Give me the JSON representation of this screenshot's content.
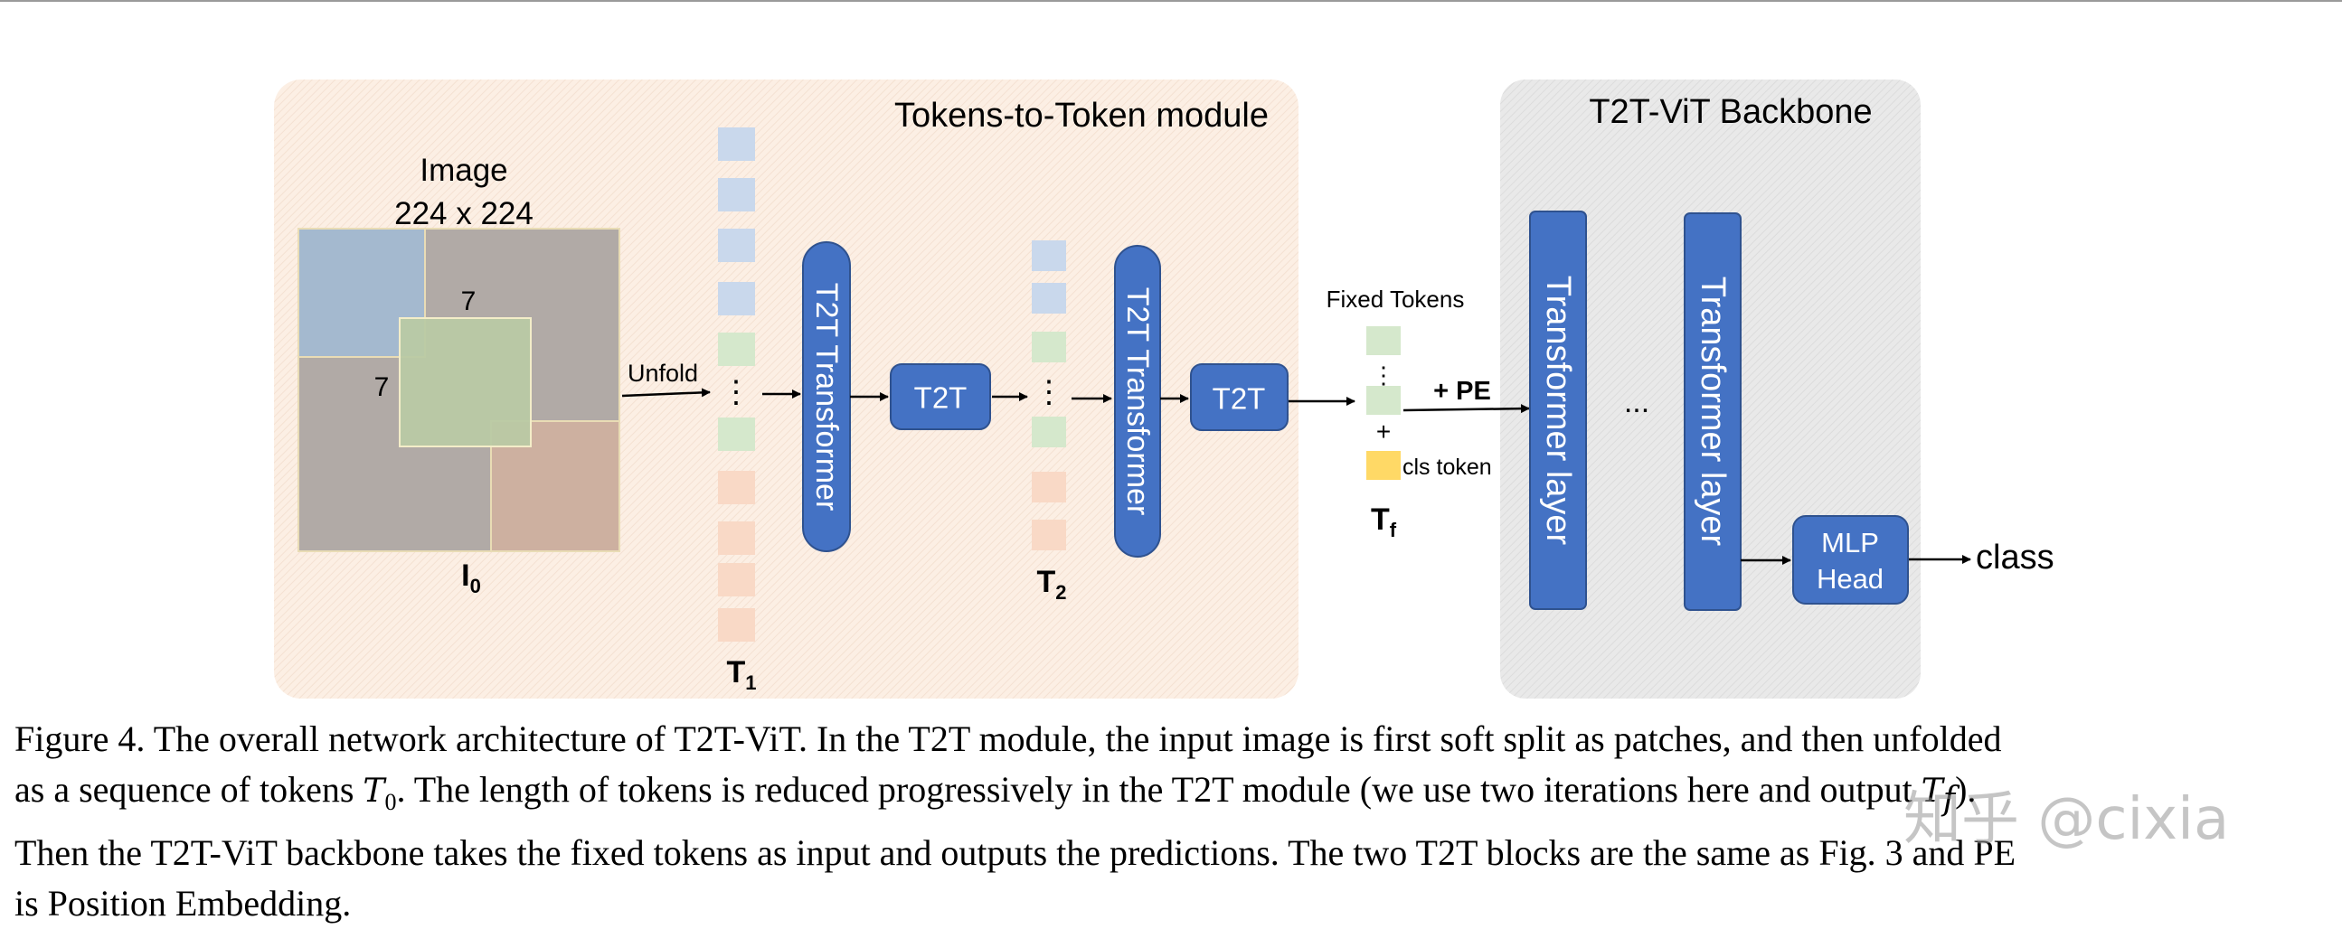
{
  "figure": {
    "modules": {
      "t2t_module": "Tokens-to-Token module",
      "backbone": "T2T-ViT Backbone"
    },
    "image": {
      "label": "Image",
      "size": "224 x 224",
      "kernel_w": "7",
      "kernel_h": "7",
      "name_main": "I",
      "name_sub": "0"
    },
    "labels": {
      "unfold": "Unfold",
      "t2t_transformer": "T2T Transformer",
      "t2t": "T2T",
      "fixed_tokens": "Fixed Tokens",
      "plus": "+",
      "plus_pe": "+ PE",
      "cls_token": "cls token",
      "transformer_layer": "Transformer layer",
      "mlp_head_line1": "MLP",
      "mlp_head_line2": "Head",
      "class": "class",
      "dots": "...",
      "vdots": "⋮"
    },
    "tokens": {
      "t1_main": "T",
      "t1_sub": "1",
      "t2_main": "T",
      "t2_sub": "2",
      "tf_main": "T",
      "tf_sub": "f"
    },
    "colors": {
      "module_bg": "#fcefe4",
      "backbone_bg": "#e7e7e7",
      "block_fill": "#4472c4",
      "block_stroke": "#2f528f",
      "token_blue": "#c9d8ec",
      "token_green": "#d5e8cc",
      "token_orange": "#f9d9c6",
      "token_yellow": "#ffd966"
    }
  },
  "caption": {
    "line1": "Figure 4. The overall network architecture of T2T-ViT. In the T2T module, the input image is first soft split as patches, and then unfolded",
    "line2_pre": "as a sequence of tokens ",
    "line2_var": "T",
    "line2_var_sub": "0",
    "line2_mid": ". The length of tokens is reduced progressively in the T2T module (we use two iterations here and output ",
    "line2_var2": "T",
    "line2_var2_sub": "f",
    "line2_post": ").",
    "line3": "Then the T2T-ViT backbone takes the fixed tokens as input and outputs the predictions. The two T2T blocks are the same as Fig. 3 and PE",
    "line4": "is Position Embedding."
  },
  "watermark": "知乎 @cixia"
}
